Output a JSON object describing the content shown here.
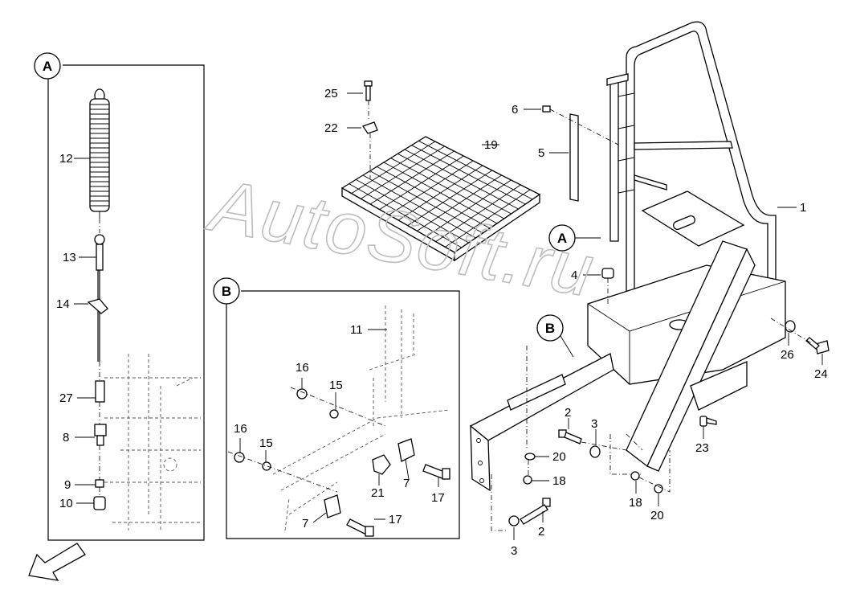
{
  "watermark": "AutoSoft.ru",
  "details": [
    {
      "id": "A",
      "label": "A"
    },
    {
      "id": "B",
      "label": "B"
    }
  ],
  "callouts": {
    "c1": "1",
    "c2a": "2",
    "c2b": "2",
    "c3a": "3",
    "c3b": "3",
    "c4": "4",
    "c5": "5",
    "c6": "6",
    "c7a": "7",
    "c7b": "7",
    "c8": "8",
    "c9": "9",
    "c10": "10",
    "c11": "11",
    "c12": "12",
    "c13": "13",
    "c14": "14",
    "c15a": "15",
    "c15b": "15",
    "c16a": "16",
    "c16b": "16",
    "c17a": "17",
    "c17b": "17",
    "c18a": "18",
    "c18b": "18",
    "c19": "19",
    "c20a": "20",
    "c20b": "20",
    "c21": "21",
    "c22": "22",
    "c23": "23",
    "c24": "24",
    "c25": "25",
    "c26": "26",
    "c27": "27"
  }
}
